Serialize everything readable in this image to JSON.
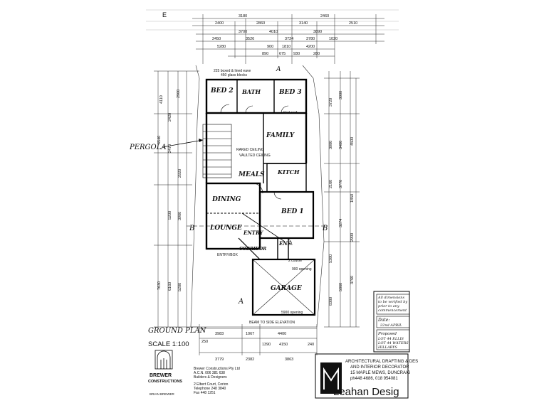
{
  "top_dims": {
    "row1": [
      "3180",
      "2460"
    ],
    "row2": [
      "2400",
      "2860",
      "3140",
      "2510"
    ],
    "row3": [
      "3700",
      "4010",
      "3890"
    ],
    "row4": [
      "2450",
      "3526",
      "3724",
      "3780",
      "1020"
    ],
    "row5": [
      "5280",
      "900",
      "1810",
      "4200"
    ],
    "row6": [
      "890",
      "675",
      "930",
      "280"
    ]
  },
  "left_dims": [
    "4110",
    "2900",
    "2420",
    "4540",
    "2470",
    "2920",
    "5200",
    "3900",
    "7630",
    "6160",
    "5200"
  ],
  "right_dims": [
    "3720",
    "3000",
    "4500",
    "3480",
    "3080",
    "2160",
    "3770",
    "1850",
    "3274",
    "2900",
    "5380",
    "5860",
    "3760",
    "8380"
  ],
  "bottom_dims": {
    "row1": [
      "3983",
      "1067",
      "4400"
    ],
    "row2": [
      "250",
      "1390",
      "4150",
      "240"
    ],
    "row3": [
      "3779",
      "2382",
      "3863"
    ]
  },
  "rooms": {
    "bed2": "BED 2",
    "bath": "BATH",
    "bed3": "BED 3",
    "family": "FAMILY",
    "meals": "MEALS",
    "kitch": "KITCH",
    "dining": "DINING",
    "bed1": "BED 1",
    "lounge": "LOUNGE",
    "entry": "ENTRY",
    "corridor": "CORRIDOR",
    "ens": "ENS",
    "garage": "GARAGE",
    "pergola": "PERGOLA"
  },
  "notes": {
    "top_eave": "225 boxed & lined eave",
    "top_eave2": "450 glass blocks",
    "raked_ceiling": "RAKED CEILING",
    "vaulted_ceiling": "VAULTED CEILING",
    "tiled_roof": "tiled roof",
    "garage_note": "2 course",
    "door_note": "900 opening",
    "slab_note": "5900 opening",
    "bottom_note": "BEAM TO SIDE ELEVATION",
    "section_b_left": "B",
    "section_b_right": "B",
    "section_a_top": "A",
    "section_a_bottom": "A",
    "lobby_note": "ENTRY/BOX"
  },
  "drawing_title": "GROUND PLAN",
  "scale": "SCALE 1:100",
  "builder": {
    "name_line1": "BREWER",
    "name_line2": "CONSTRUCTIONS",
    "company": "Brewer Constructions Pty Ltd",
    "acn": "A.C.N. 006 381 638",
    "tagline": "Builders & Designers",
    "address": "2 Elbert Court, Corion",
    "telephone": "Telephone 248 3840",
    "fax": "Fax 448 1251",
    "person": "BRIAN BREWER"
  },
  "drafting": {
    "line1": "ARCHITECTURAL DRAFTING & DES",
    "line2": "AND INTERIOR DECORATOR",
    "line3": "15 MAPLE MEWS, DUNCRAIG",
    "line4": "ph448 4686, 018 954081",
    "brand": "Leahan Desig"
  },
  "side_box": {
    "note1": "All dimensions",
    "note2": "to be verified by",
    "note3": "prior to any",
    "note4": "commencement",
    "date_label": "Date:",
    "date_value": "22nd APRIL",
    "proposed_label": "Proposed",
    "proposed_1": "LOT 44 ELLIS",
    "proposed_2": "LOT 44 WATERS",
    "proposed_3": "HILLARYS"
  },
  "corner_mark": "E"
}
